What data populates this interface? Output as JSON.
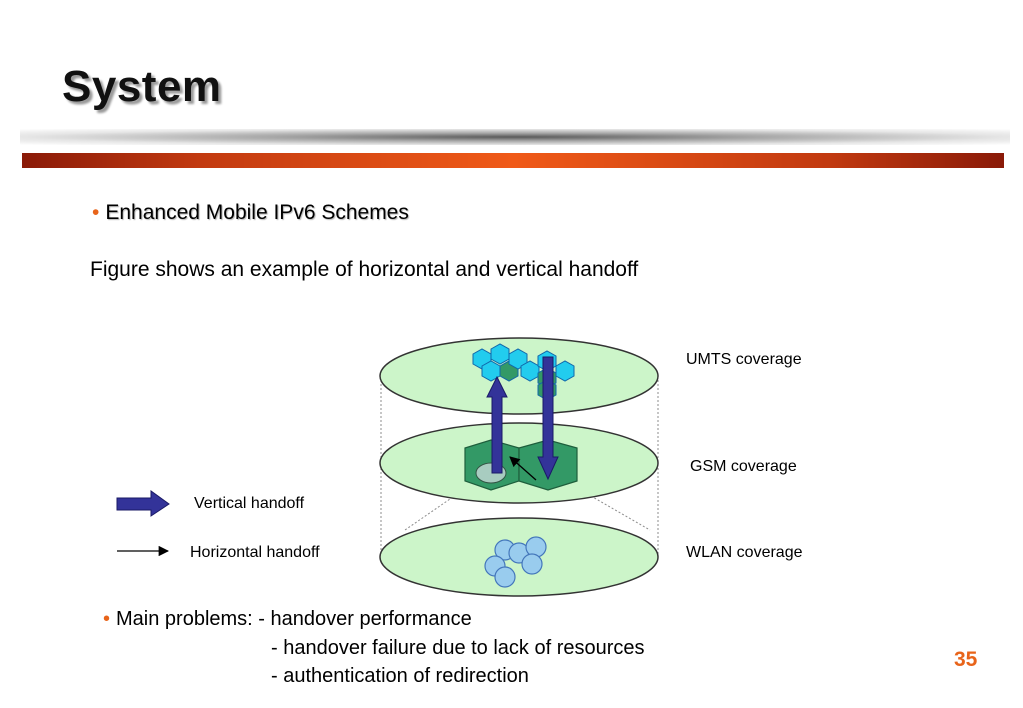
{
  "slide": {
    "title": "System",
    "bullet_main": "Enhanced Mobile IPv6 Schemes",
    "caption": "Figure shows an example of horizontal and vertical handoff",
    "page_number": "35"
  },
  "diagram": {
    "layers": [
      {
        "label": "UMTS coverage",
        "fill": "#ccf5c9"
      },
      {
        "label": "GSM coverage",
        "fill": "#ccf5c9"
      },
      {
        "label": "WLAN coverage",
        "fill": "#ccf5c9"
      }
    ],
    "legend": {
      "vertical": "Vertical handoff",
      "horizontal": "Horizontal handoff"
    },
    "colors": {
      "umts_cell": "#22ccee",
      "gsm_cell": "#339966",
      "wlan_cell": "#99ccee",
      "vertical_arrow": "#333399"
    }
  },
  "problems": {
    "label": "Main problems:",
    "items": [
      "- handover performance",
      "- handover failure due to lack of resources",
      "- authentication of redirection"
    ]
  },
  "colors": {
    "accent": "#e8641a",
    "bar_red": "#c23a10"
  }
}
